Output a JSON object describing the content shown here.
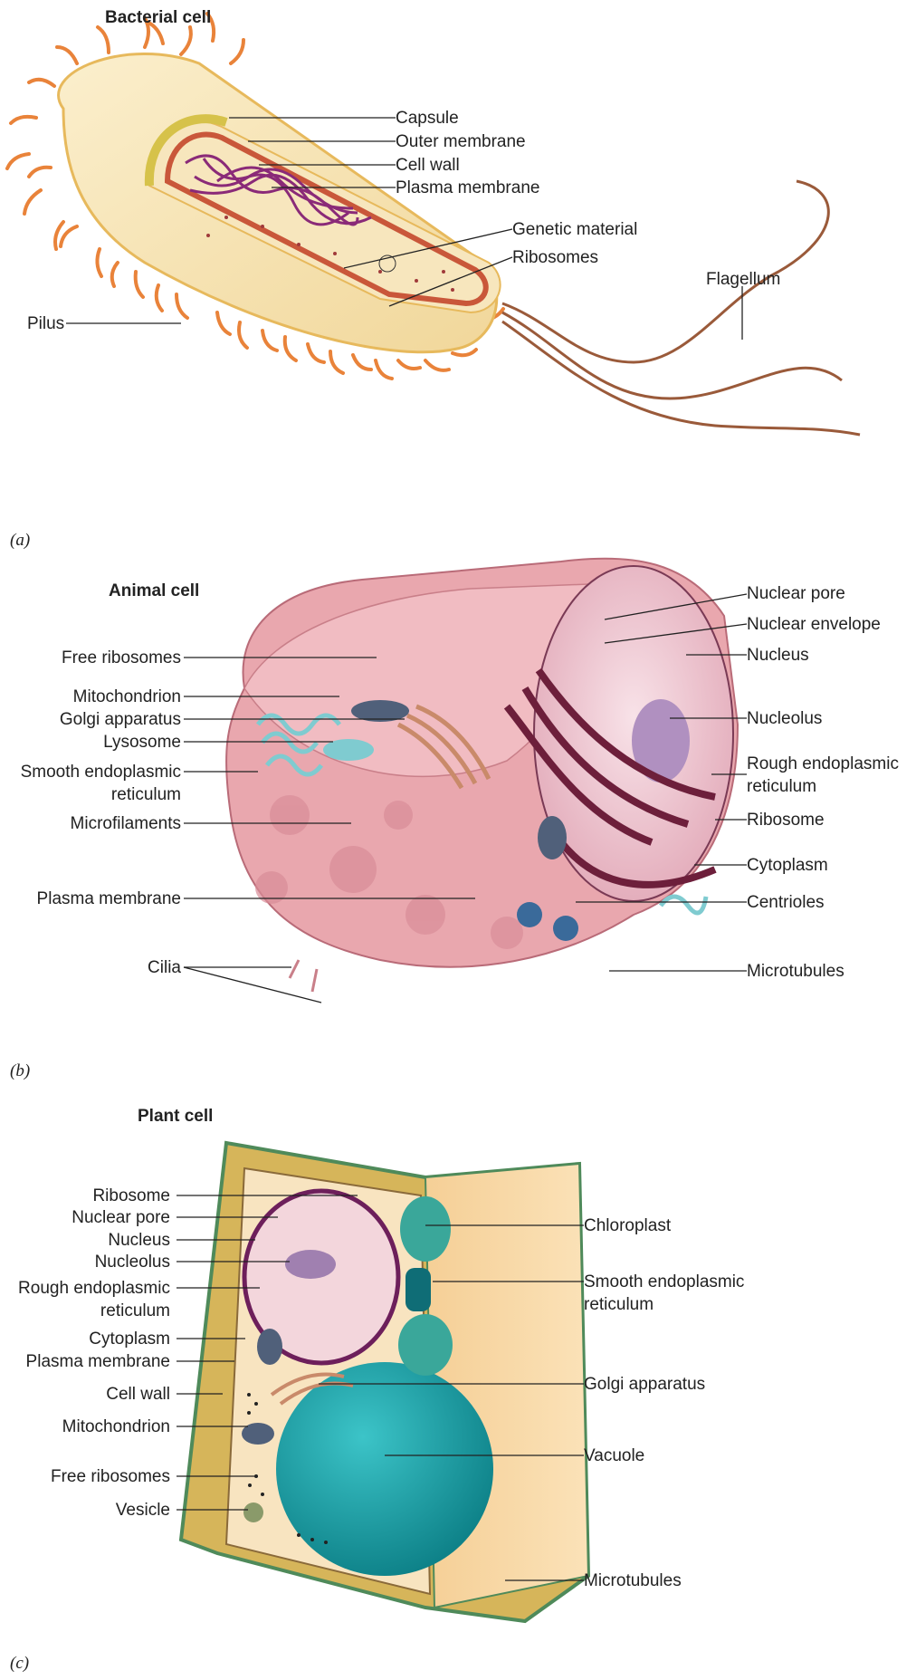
{
  "bacterial": {
    "title": "Bacterial cell",
    "panel": "(a)",
    "labels": {
      "capsule": "Capsule",
      "outer_membrane": "Outer membrane",
      "cell_wall": "Cell wall",
      "plasma_membrane": "Plasma membrane",
      "genetic_material": "Genetic material",
      "ribosomes": "Ribosomes",
      "flagellum": "Flagellum",
      "pilus": "Pilus"
    }
  },
  "animal": {
    "title": "Animal cell",
    "panel": "(b)",
    "labels": {
      "free_ribosomes": "Free ribosomes",
      "mitochondrion": "Mitochondrion",
      "golgi": "Golgi apparatus",
      "lysosome": "Lysosome",
      "smooth_er_1": "Smooth endoplasmic",
      "smooth_er_2": "reticulum",
      "microfilaments": "Microfilaments",
      "plasma_membrane": "Plasma membrane",
      "cilia": "Cilia",
      "nuclear_pore": "Nuclear pore",
      "nuclear_envelope": "Nuclear envelope",
      "nucleus": "Nucleus",
      "nucleolus": "Nucleolus",
      "rough_er_1": "Rough endoplasmic",
      "rough_er_2": "reticulum",
      "ribosome": "Ribosome",
      "cytoplasm": "Cytoplasm",
      "centrioles": "Centrioles",
      "microtubules": "Microtubules"
    }
  },
  "plant": {
    "title": "Plant cell",
    "panel": "(c)",
    "labels": {
      "ribosome": "Ribosome",
      "nuclear_pore": "Nuclear pore",
      "nucleus": "Nucleus",
      "nucleolus": "Nucleolus",
      "rough_er_1": "Rough endoplasmic",
      "rough_er_2": "reticulum",
      "cytoplasm": "Cytoplasm",
      "plasma_membrane": "Plasma membrane",
      "cell_wall": "Cell wall",
      "mitochondrion": "Mitochondrion",
      "free_ribosomes": "Free ribosomes",
      "vesicle": "Vesicle",
      "chloroplast": "Chloroplast",
      "smooth_er_1": "Smooth endoplasmic",
      "smooth_er_2": "reticulum",
      "golgi": "Golgi apparatus",
      "vacuole": "Vacuole",
      "microtubules": "Microtubules"
    }
  },
  "colors": {
    "capsule": "#f6e3b0",
    "capsule_edge": "#e7b95c",
    "pili": "#e9833a",
    "cell_wall": "#c9573a",
    "dna": "#8a2a78",
    "flagellum": "#9a5a3a",
    "animal_body": "#e9a7ae",
    "animal_dark": "#b96b78",
    "nucleus": "#f2d2da",
    "rough_er": "#6d1f3b",
    "cyan_organelle": "#7fcbd0",
    "plant_wall": "#d6b55a",
    "plant_wall_green": "#4f8a5a",
    "plant_cytoplasm": "#f8e4c0",
    "vacuole": "#13a2a8",
    "chloroplast": "#3aa79a",
    "leader_line": "#222222"
  }
}
